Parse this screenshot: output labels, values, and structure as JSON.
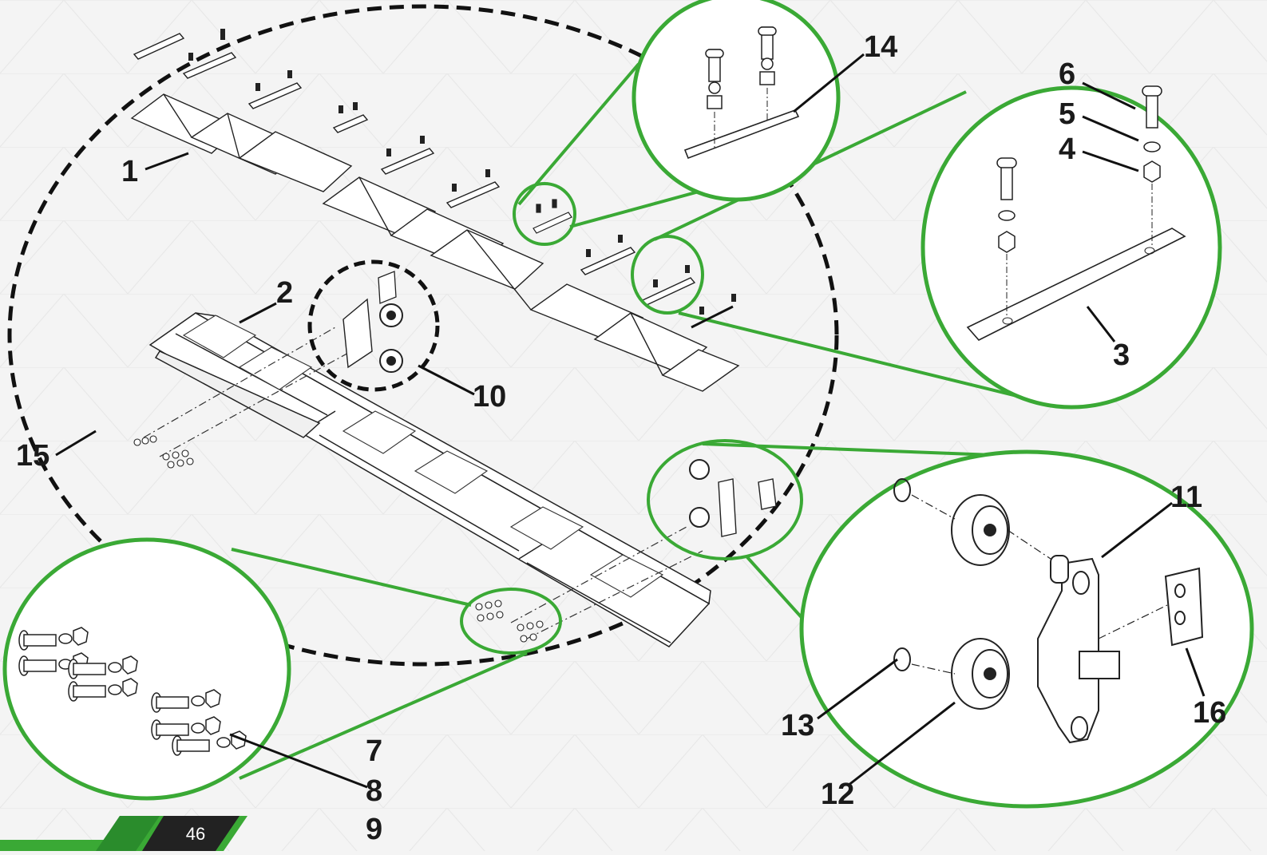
{
  "callouts": {
    "c1": "1",
    "c2": "2",
    "c3": "3",
    "c4": "4",
    "c5": "5",
    "c6": "6",
    "c7": "7",
    "c8": "8",
    "c9": "9",
    "c10": "10",
    "c11": "11",
    "c12": "12",
    "c13": "13",
    "c14": "14",
    "c15": "15",
    "c16": "16"
  },
  "footer": {
    "page_number": "46"
  },
  "colors": {
    "accent_green": "#3aa935",
    "dark_green": "#1f6e21",
    "line": "#1a1a1a",
    "background": "#f4f4f4"
  }
}
